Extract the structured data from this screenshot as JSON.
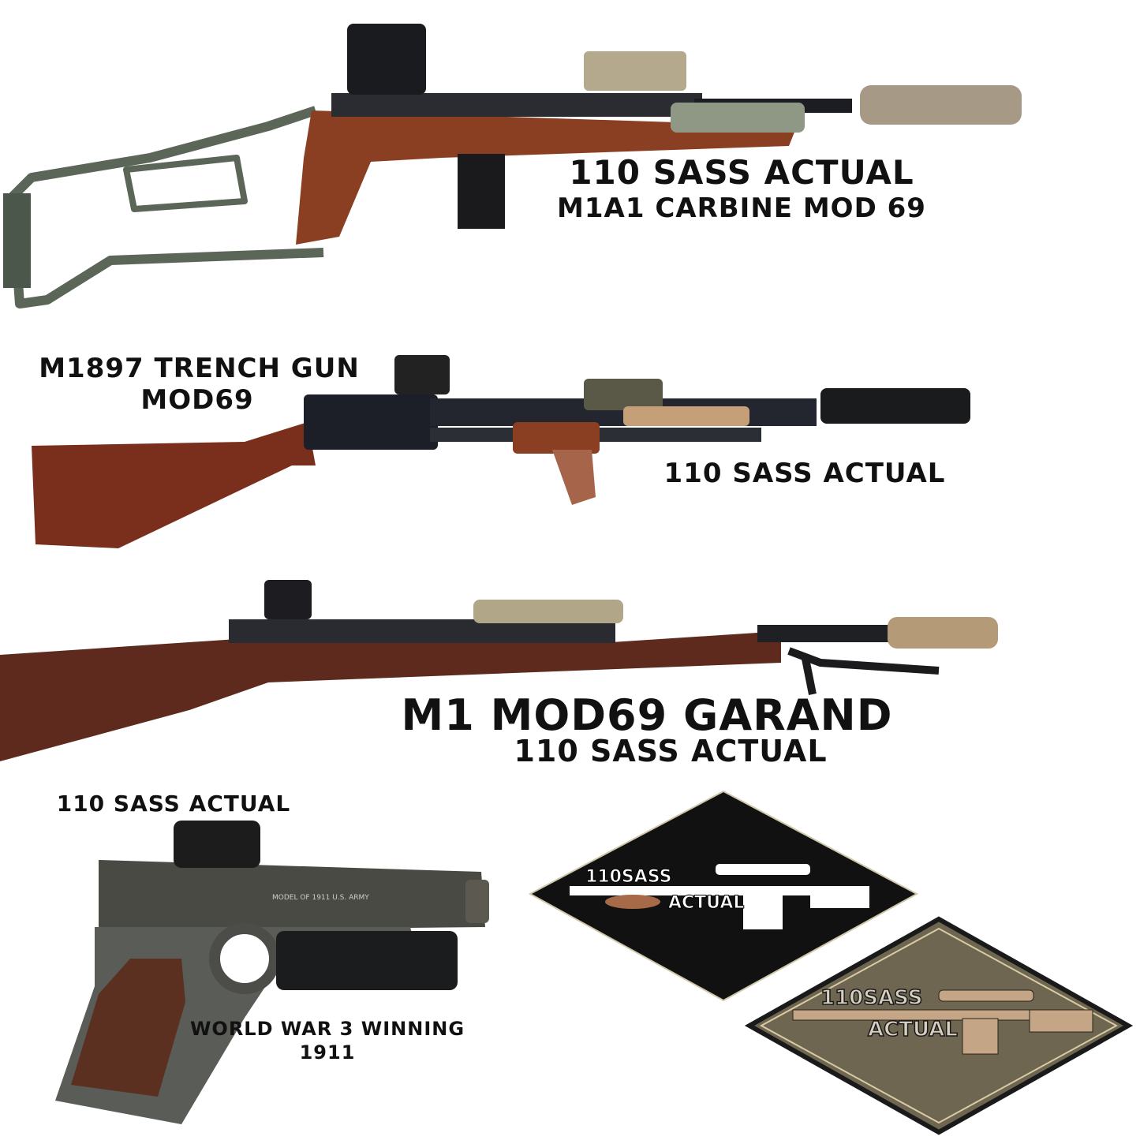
{
  "carbine": {
    "line1": "110 SASS ACTUAL",
    "line2": "M1A1 CARBINE MOD 69"
  },
  "trench_gun": {
    "title_line1": "M1897 TRENCH GUN",
    "title_line2": "MOD69",
    "caption": "110 SASS ACTUAL"
  },
  "garand": {
    "title": "M1 MOD69 GARAND",
    "caption": "110 SASS ACTUAL"
  },
  "pistol": {
    "caption_top": "110 SASS ACTUAL",
    "caption_line1": "WORLD WAR 3 WINNING",
    "caption_line2": "1911",
    "slide_marking": "MODEL OF 1911 U.S. ARMY"
  },
  "badges": {
    "black": {
      "line1": "110SASS",
      "line2": "ACTUAL"
    },
    "tan": {
      "line1": "110SASS",
      "line2": "ACTUAL"
    }
  },
  "colors": {
    "wood": "#8a3f22",
    "steel": "#1d1f24",
    "tan": "#b8a27c",
    "badge_black": "#111111",
    "badge_tan": "#6e6650"
  }
}
